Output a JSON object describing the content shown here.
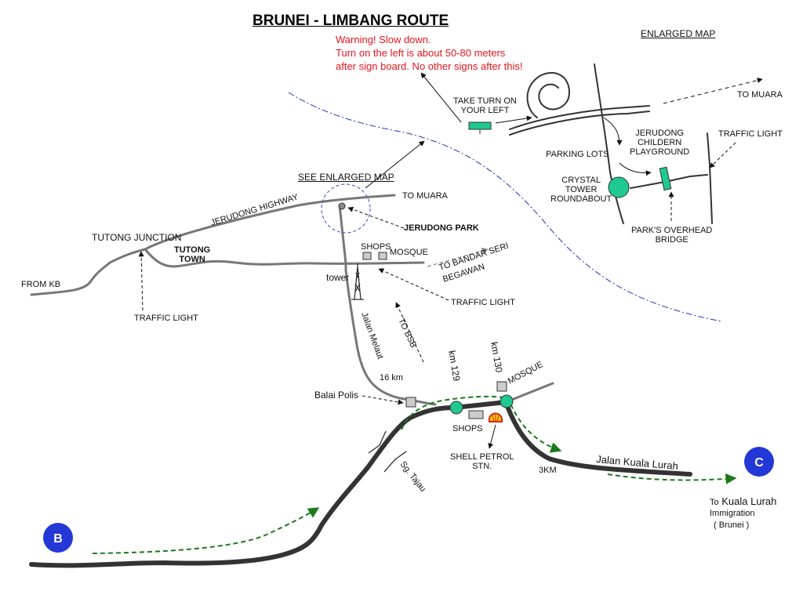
{
  "title": "BRUNEI - LIMBANG ROUTE",
  "warning": {
    "line1": "Warning! Slow down.",
    "line2": "Turn on the left is about 50-80 meters",
    "line3": "after sign board. No other signs after this!"
  },
  "enlarged": {
    "heading": "ENLARGED MAP",
    "take_turn_1": "TAKE TURN ON",
    "take_turn_2": "YOUR LEFT",
    "to_muara": "TO MUARA",
    "traffic_light": "TRAFFIC LIGHT",
    "playground_1": "JERUDONG",
    "playground_2": "CHILDERN",
    "playground_3": "PLAYGROUND",
    "parking": "PARKING LOTS",
    "crystal_1": "CRYSTAL",
    "crystal_2": "TOWER",
    "crystal_3": "ROUNDABOUT",
    "bridge_1": "PARK'S OVERHEAD",
    "bridge_2": "BRIDGE"
  },
  "main": {
    "see_enlarged": "SEE ENLARGED MAP",
    "to_muara": "TO MUARA",
    "jerudong_highway": "JERUDONG HIGHWAY",
    "jerudong_park": "JERUDONG PARK",
    "tutong_junction": "TUTONG JUNCTION",
    "tutong_town_1": "TUTONG",
    "tutong_town_2": "TOWN",
    "from_kb": "FROM KB",
    "traffic_light_left": "TRAFFIC LIGHT",
    "shops_top": "SHOPS",
    "mosque_top": "MOSQUE",
    "tower": "tower",
    "to_bsb_1": "TO BANDAR SERI",
    "to_bsb_2": "BEGAWAN",
    "traffic_light_right": "TRAFFIC LIGHT",
    "jalan_melaut": "Jalan Melaut",
    "to_bsb": "TO BSB",
    "km_16": "16 km",
    "km_129": "km 129",
    "km_130": "km 130",
    "mosque_bottom": "MOSQUE",
    "balai_polis": "Balai Polis",
    "shops_bottom": "SHOPS",
    "shell_1": "SHELL PETROL",
    "shell_2": "STN.",
    "km_3": "3KM",
    "sg_tajau": "Sg. Tajau",
    "jalan_kuala_lurah": "Jalan Kuala Lurah",
    "to_kl_prefix": "To",
    "to_kl_name": "Kuala Lurah",
    "immigration_1": "Immigration",
    "immigration_2": "( Brunei )",
    "marker_b": "B",
    "marker_c": "C"
  },
  "colors": {
    "road": "#333333",
    "minor_road": "#777777",
    "roundabout": "#1fc991",
    "marker": "#2338d6",
    "route": "#1a7a1a",
    "border": "#2233bb",
    "warning": "#e8141c"
  },
  "icons": [
    "shell-logo-icon",
    "tower-icon",
    "building-icon"
  ]
}
